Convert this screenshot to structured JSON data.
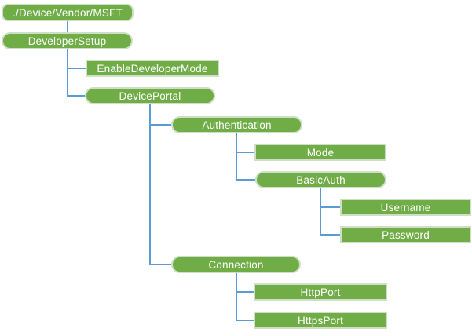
{
  "diagram": {
    "type": "tree",
    "root_label": "./Device/Vendor/MSFT"
  },
  "colors": {
    "node_fill": "#70ad47",
    "node_border": "#cfdfc5",
    "connector": "#5b9bd5",
    "node_text": "#ffffff",
    "background": "#ffffff"
  },
  "nodes": [
    {
      "label": "./Device/Vendor/MSFT",
      "shape": "rounded-rect",
      "parent": null
    },
    {
      "label": "DeveloperSetup",
      "shape": "pill",
      "parent": "./Device/Vendor/MSFT"
    },
    {
      "label": "EnableDeveloperMode",
      "shape": "rect",
      "parent": "DeveloperSetup"
    },
    {
      "label": "DevicePortal",
      "shape": "pill",
      "parent": "DeveloperSetup"
    },
    {
      "label": "Authentication",
      "shape": "pill",
      "parent": "DevicePortal"
    },
    {
      "label": "Mode",
      "shape": "rect",
      "parent": "Authentication"
    },
    {
      "label": "BasicAuth",
      "shape": "pill",
      "parent": "Authentication"
    },
    {
      "label": "Username",
      "shape": "rect",
      "parent": "BasicAuth"
    },
    {
      "label": "Password",
      "shape": "rect",
      "parent": "BasicAuth"
    },
    {
      "label": "Connection",
      "shape": "pill",
      "parent": "DevicePortal"
    },
    {
      "label": "HttpPort",
      "shape": "rect",
      "parent": "Connection"
    },
    {
      "label": "HttpsPort",
      "shape": "rect",
      "parent": "Connection"
    }
  ]
}
